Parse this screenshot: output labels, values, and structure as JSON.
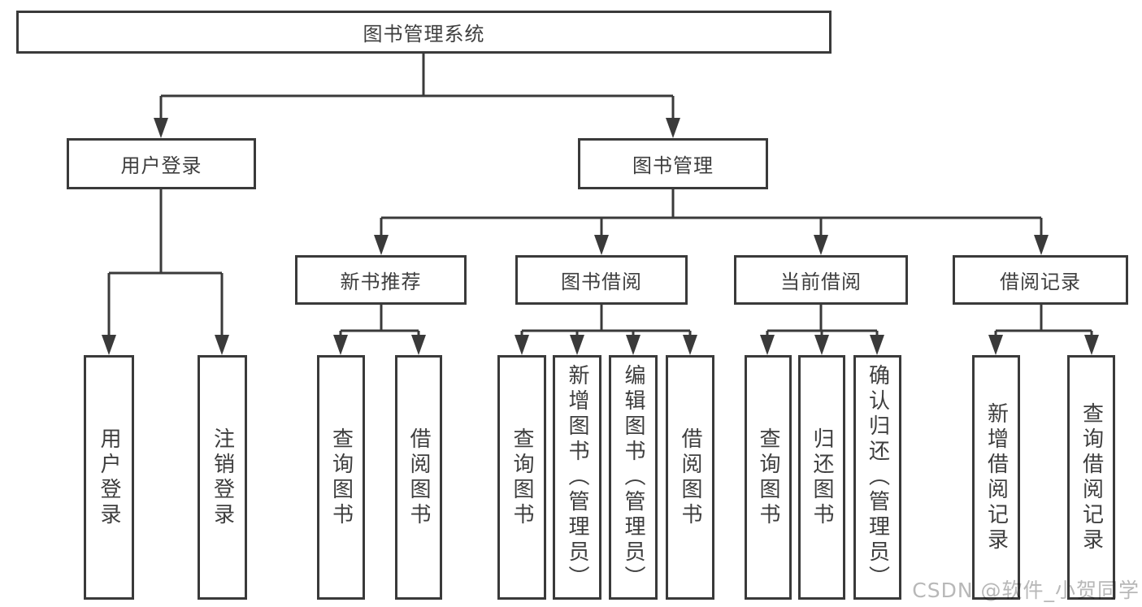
{
  "title": "图书管理系统",
  "watermark": "CSDN @软件_小贺同学",
  "colors": {
    "line": "#3a3a3a",
    "text": "#3e3e3e",
    "box_fill": "#ffffff",
    "watermark_text": "#b8b8b8",
    "background": "#ffffff"
  },
  "tree": {
    "root": {
      "label": "图书管理系统"
    },
    "branches": [
      {
        "label": "用户登录",
        "children": [
          {
            "label": "用户登录"
          },
          {
            "label": "注销登录"
          }
        ]
      },
      {
        "label": "图书管理",
        "children": [
          {
            "label": "新书推荐",
            "children": [
              {
                "label": "查询图书"
              },
              {
                "label": "借阅图书"
              }
            ]
          },
          {
            "label": "图书借阅",
            "children": [
              {
                "label": "查询图书"
              },
              {
                "label": "新增图书（管理员）"
              },
              {
                "label": "编辑图书（管理员）"
              },
              {
                "label": "借阅图书"
              }
            ]
          },
          {
            "label": "当前借阅",
            "children": [
              {
                "label": "查询图书"
              },
              {
                "label": "归还图书"
              },
              {
                "label": "确认归还（管理员）"
              }
            ]
          },
          {
            "label": "借阅记录",
            "children": [
              {
                "label": "新增借阅记录"
              },
              {
                "label": "查询借阅记录"
              }
            ]
          }
        ]
      }
    ]
  }
}
